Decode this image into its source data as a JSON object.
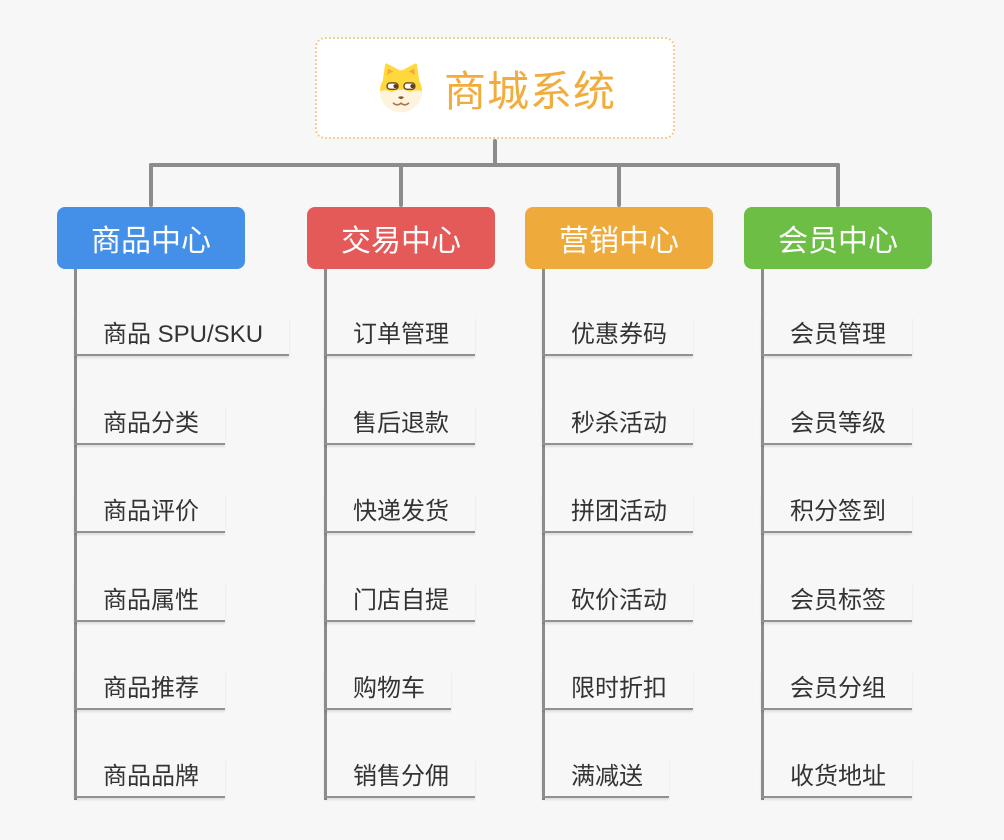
{
  "canvas": {
    "background": "#f7f7f7",
    "connector_color": "#8c8c8c",
    "underline_color": "#919191",
    "item_text_color": "#333333"
  },
  "root": {
    "label": "商城系统",
    "icon": "dog-face-icon",
    "text_color": "#f2ac3c",
    "border_color": "#f3cd8e"
  },
  "branches": [
    {
      "label": "商品中心",
      "color": "#4490e8",
      "items": [
        "商品 SPU/SKU",
        "商品分类",
        "商品评价",
        "商品属性",
        "商品推荐",
        "商品品牌"
      ]
    },
    {
      "label": "交易中心",
      "color": "#e45a59",
      "items": [
        "订单管理",
        "售后退款",
        "快递发货",
        "门店自提",
        "购物车",
        "销售分佣"
      ]
    },
    {
      "label": "营销中心",
      "color": "#efaa3c",
      "items": [
        "优惠券码",
        "秒杀活动",
        "拼团活动",
        "砍价活动",
        "限时折扣",
        "满减送"
      ]
    },
    {
      "label": "会员中心",
      "color": "#6dbe44",
      "items": [
        "会员管理",
        "会员等级",
        "积分签到",
        "会员标签",
        "会员分组",
        "收货地址"
      ]
    }
  ]
}
